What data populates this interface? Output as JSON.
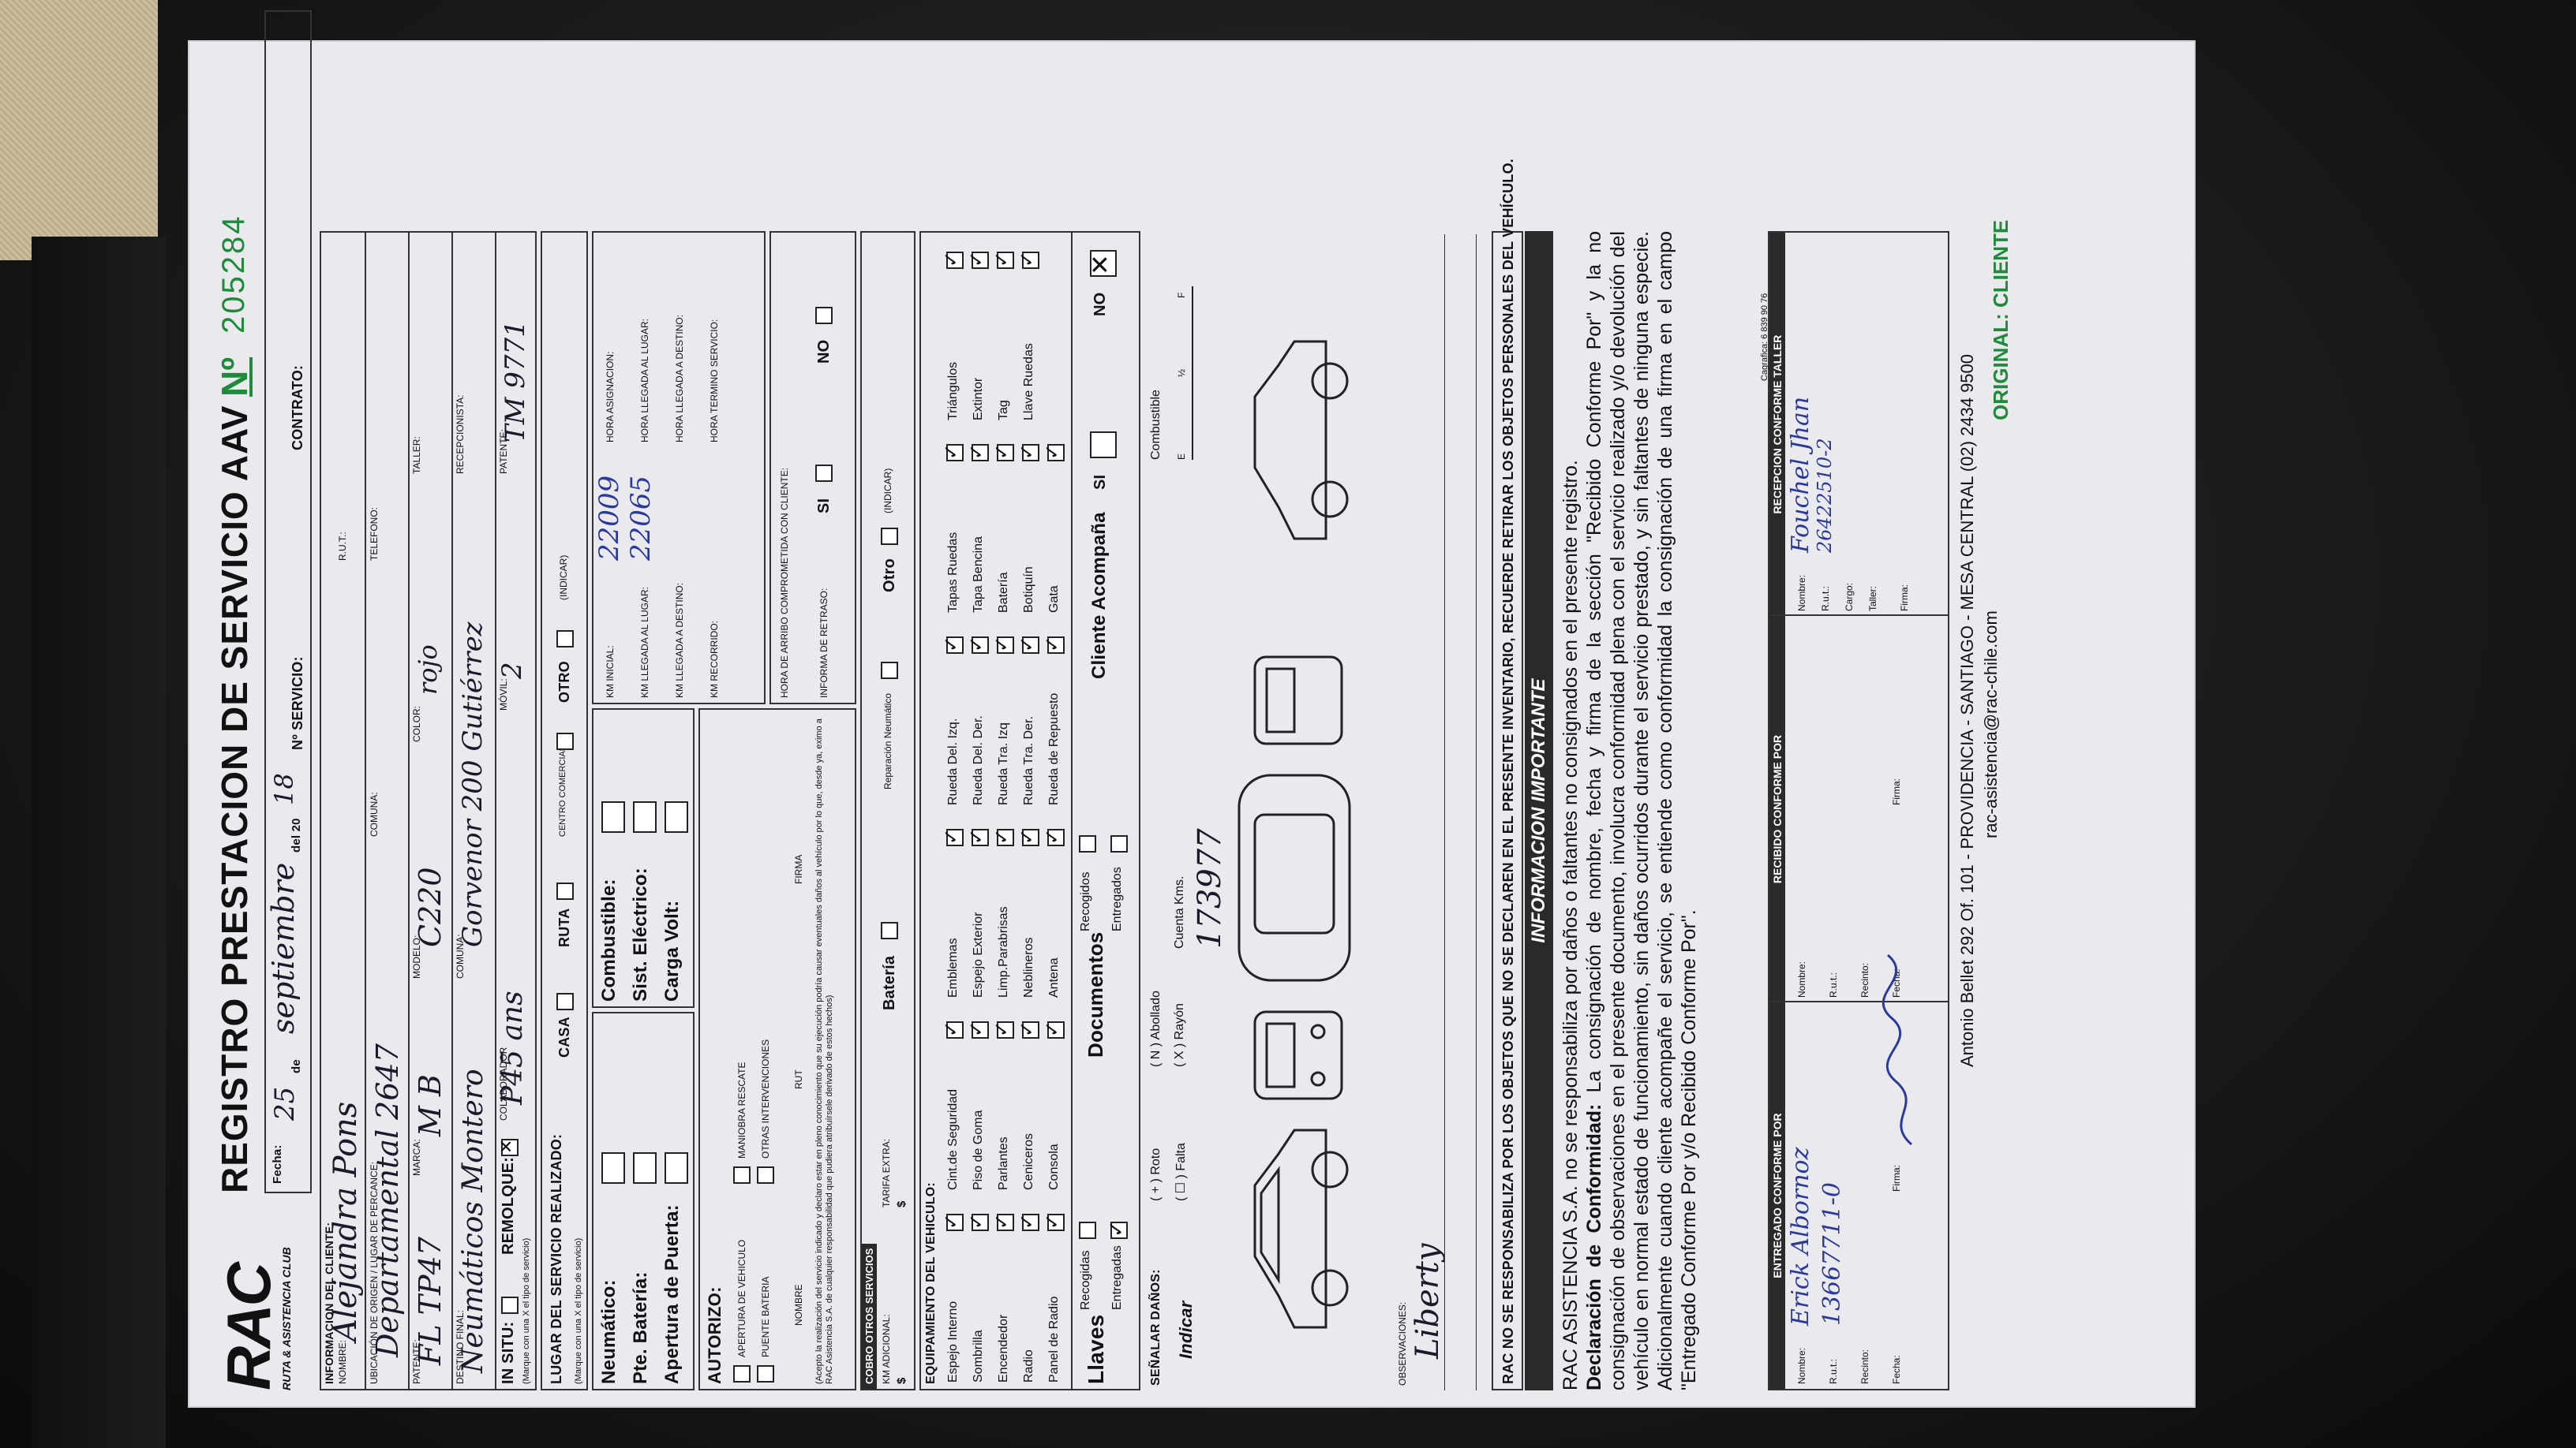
{
  "form": {
    "logo_text": "RAC",
    "logo_sub": "RUTA & ASISTENCIA CLUB",
    "title": "REGISTRO PRESTACION DE SERVICIO AAV",
    "number_prefix": "Nº",
    "number": "205284",
    "fecha_label": "Fecha:",
    "fecha_day": "25",
    "de_label_1": "de",
    "fecha_month": "septiembre",
    "del_label": "del 20",
    "fecha_year": "18",
    "nservicio_label": "Nº SERVICIO:",
    "contrato_label": "CONTRATO:",
    "info_label": "INFORMACION DEL CLIENTE:",
    "nombre_label": "NOMBRE:",
    "nombre_value": "Alejandra Pons",
    "rut_label": "R.U.T.:",
    "origen_label": "UBICACIÓN DE ORIGEN / LUGAR DE PERCANCE:",
    "origen_value": "Departamental 2647",
    "comuna_label": "COMUNA:",
    "telefono_label": "TELEFONO:",
    "patente_label": "PATENTE:",
    "patente_value": "FL TP47",
    "marca_label": "MARCA:",
    "marca_value": "M B",
    "modelo_label": "MODELO:",
    "modelo_value": "C220",
    "color_label": "COLOR:",
    "color_value": "rojo",
    "taller_label": "TALLER:",
    "destino_label": "DESTINO FINAL:",
    "destino_value": "Neumáticos Montero",
    "comuna2_label": "COMUNA:",
    "comuna2_value": "Gorvenor 200 Gutiérrez",
    "recepcionista_label": "RECEPCIONISTA:",
    "insitu_label": "IN SITU:",
    "remolque_label": "REMOLQUE:",
    "marque_label": "(Marque con una X el tipo de servicio)",
    "colaborador_label": "COLABORADOR",
    "colaborador_value": "P45 ans",
    "movil_label": "MÓVIL:",
    "movil_value": "2",
    "patente2_label": "PATENTE:",
    "patente2_value": "TM 9771",
    "lugar_label": "LUGAR DEL SERVICIO REALIZADO:",
    "casa_label": "CASA",
    "ruta_label": "RUTA",
    "centro_label": "CENTRO COMERCIAL",
    "otro_label": "OTRO",
    "indicar_label": "(INDICAR)",
    "marque2_label": "(Marque con una X el tipo de servicio)",
    "neumatico_label": "Neumático:",
    "bateria_label": "Pte. Batería:",
    "apertura_label": "Apertura de Puerta:",
    "combustible_label": "Combustible:",
    "electrico_label": "Sist. Eléctrico:",
    "carga_label": "Carga Volt:",
    "km_inicial_label": "KM INICIAL:",
    "km_inicial_value": "22009",
    "km_lugar_label": "KM LLEGADA AL LUGAR:",
    "km_lugar_value": "22065",
    "km_destino_label": "KM LLEGADA A DESTINO:",
    "km_recorrido_label": "KM RECORRIDO:",
    "hora_asig_label": "HORA ASIGNACION:",
    "hora_lugar_label": "HORA LLEGADA AL LUGAR:",
    "hora_destino_label": "HORA LLEGADA A DESTINO:",
    "hora_termino_label": "HORA TERMINO SERVICIO:",
    "autorizo_label": "AUTORIZO:",
    "apertura_veh_label": "APERTURA DE VEHICULO",
    "puente_label": "PUENTE BATERIA",
    "maniobra_label": "MANIOBRA RESCATE",
    "otras_label": "OTRAS INTERVENCIONES",
    "nombre2_label": "NOMBRE",
    "rut2_label": "RUT",
    "firma_label": "FIRMA",
    "arribo_label": "HORA DE ARRIBO COMPROMETIDA CON CLIENTE:",
    "retraso_label": "INFORMA DE RETRASO:",
    "si_label": "SI",
    "no_label": "NO",
    "acepto_text": "(Acepto la realización del servicio indicado y declaro estar en pleno conocimiento que su ejecución podría causar eventuales daños al vehículo por lo que, desde ya, eximo a RAC Asistencia S.A. de cualquier responsabilidad que pudiera atribuírsele derivado de estos hechos)",
    "cobro_label": "COBRO OTROS SERVICIOS",
    "km_adicional_label": "KM ADICIONAL:",
    "tarifa_label": "TARIFA EXTRA:",
    "dollar": "$",
    "bateria2_label": "Batería",
    "reparacion_label": "Reparación Neumático",
    "otro2_label": "Otro",
    "indicar2_label": "(INDICAR)",
    "equip_label": "EQUIPAMIENTO DEL VEHICULO:",
    "equip_col1": [
      "Espejo Interno",
      "Sombrilla",
      "Encendedor",
      "Radio",
      "Panel de Radio"
    ],
    "equip_col2": [
      "Cint.de Seguridad",
      "Piso de Goma",
      "Parlantes",
      "Ceniceros",
      "Consola"
    ],
    "equip_col3": [
      "Emblemas",
      "Espejo Exterior",
      "Limp.Parabrisas",
      "Neblineros",
      "Antena"
    ],
    "equip_col4": [
      "Rueda Del. Izq.",
      "Rueda Del. Der.",
      "Rueda Tra. Izq",
      "Rueda Tra. Der.",
      "Rueda de Repuesto"
    ],
    "equip_col5": [
      "Tapas Ruedas",
      "Tapa Bencina",
      "Batería",
      "Botiquín",
      "Gata"
    ],
    "equip_col6": [
      "Triángulos",
      "Extintor",
      "Tag",
      "Llave Ruedas",
      ""
    ],
    "llaves_label": "Llaves",
    "recogidas_label": "Recogidas",
    "entregadas_label": "Entregadas",
    "documentos_label": "Documentos",
    "recogidos_label": "Recogidos",
    "entregados_label": "Entregados",
    "cliente_acomp_label": "Cliente Acompaña",
    "si2_label": "SI",
    "no2_label": "NO",
    "senalar_label": "SEÑALAR DAÑOS:",
    "indicar3_label": "Indicar",
    "roto_label": "( + ) Roto",
    "falta_label": "( ☐ ) Falta",
    "abollado_label": "( N ) Abollado",
    "rayon_label": "( X ) Rayón",
    "cuenta_km_label": "Cuenta Kms.",
    "cuenta_km_value": "173977",
    "combustible2_label": "Combustible",
    "fuel_e": "E",
    "fuel_half": "½",
    "fuel_f": "F",
    "observaciones_label": "OBSERVACIONES:",
    "observaciones_value": "Liberty",
    "warning_text": "RAC NO SE RESPONSABILIZA POR LOS OBJETOS QUE NO SE DECLAREN EN EL PRESENTE INVENTARIO, RECUERDE RETIRAR LOS OBJETOS PERSONALES DEL VEHÍCULO.",
    "info_importante": "INFORMACION IMPORTANTE",
    "p1": "RAC ASISTENCIA S.A. no se responsabiliza por daños o faltantes no consignados en el presente registro.",
    "p2_bold": "Declaración de Conformidad:",
    "p2": "La consignación de nombre, fecha y firma de la sección \"Recibido Conforme Por\" y la no consignación de observaciones en el presente documento, involucra conformidad plena con el servicio realizado y/o devolución del vehículo en normal estado de funcionamiento, sin daños ocurridos durante el servicio prestado, y sin faltantes de ninguna especie. Adicionalmente cuando cliente acompañe el servicio, se entiende como conformidad la consignación de una firma en el campo \"Entregado Conforme Por y/o Recibido Conforme Por\".",
    "entregado_label": "ENTREGADO CONFORME POR",
    "recibido_label": "RECIBIDO CONFORME POR",
    "recepcion_label": "RECEPCION CONFORME TALLER",
    "nombre_f": "Nombre:",
    "rut_f": "R.u.t.:",
    "recinto_f": "Recinto:",
    "fecha_f": "Fecha:",
    "firma_f": "Firma:",
    "cargo_f": "Cargo:",
    "taller_f": "Taller:",
    "entregado_nombre": "Erick Albornoz",
    "entregado_rut": "13667711-0",
    "recepcion_nombre": "Fouchel Jhan",
    "recepcion_rut": "26422510-2",
    "address": "Antonio Bellet 292 Of. 101 - PROVIDENCIA - SANTIAGO - MESA CENTRAL (02) 2434 9500",
    "web": "rac-asistencia@rac-chile.com",
    "imprenta": "Cagrafica: 6 839 90 76",
    "original": "ORIGINAL: CLIENTE"
  },
  "colors": {
    "green": "#1f8a3a",
    "ink": "#2a3a9a",
    "band": "#2a2a2a",
    "paper": "#e9e9ee"
  }
}
